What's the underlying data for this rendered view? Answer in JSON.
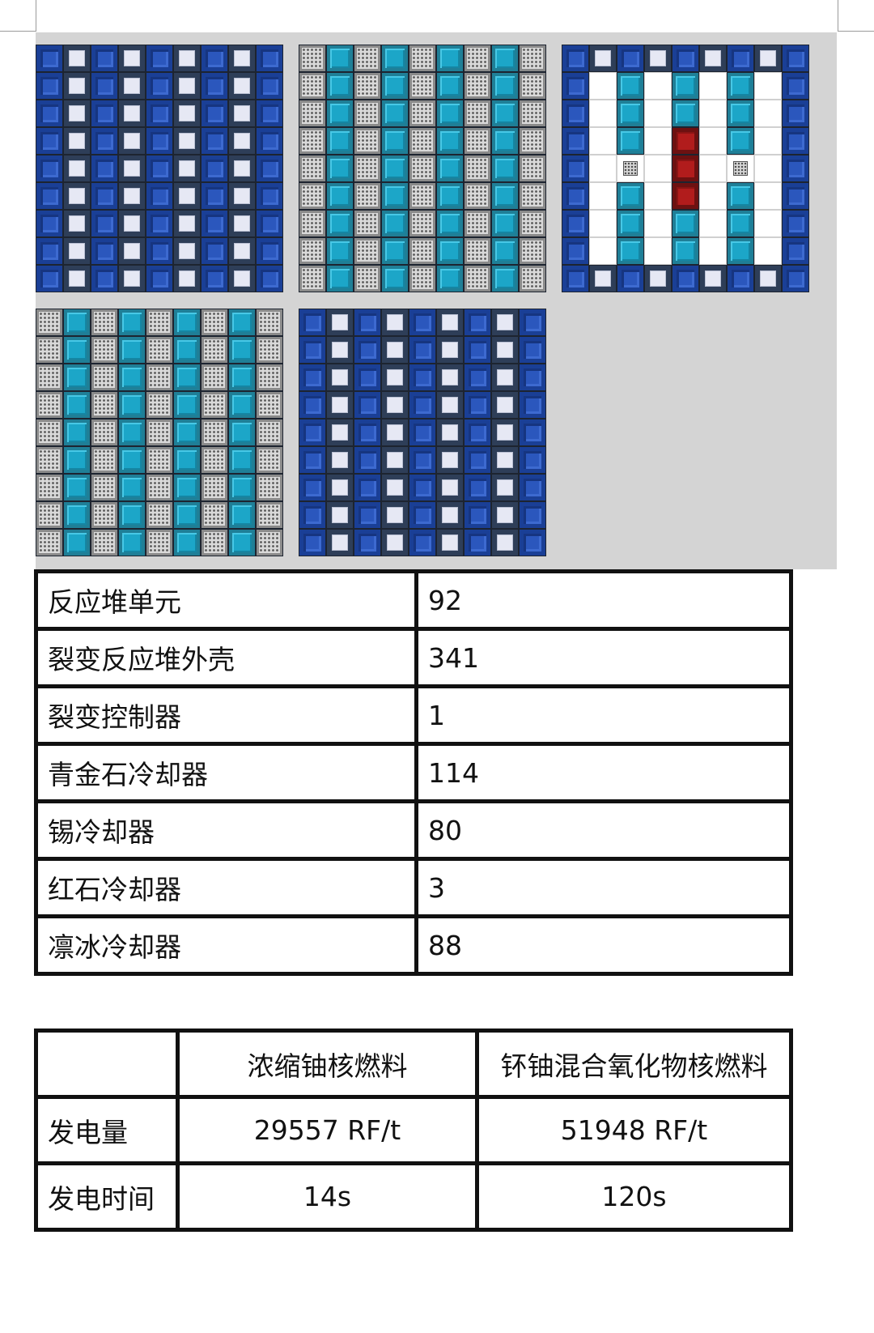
{
  "colors": {
    "lapis_cooler": "#2b57bd",
    "casing": "#e6e8f4",
    "tin_cooler": "#d9d9d9",
    "cryotheum_cooler": "#1ca6c8",
    "redstone_cooler": "#b11c1c",
    "background": "#d4d4d4"
  },
  "layers": [
    {
      "rows": [
        [
          "lapis",
          "casing",
          "lapis",
          "casing",
          "lapis",
          "casing",
          "lapis",
          "casing",
          "lapis"
        ],
        [
          "lapis",
          "casing",
          "lapis",
          "casing",
          "lapis",
          "casing",
          "lapis",
          "casing",
          "lapis"
        ],
        [
          "lapis",
          "casing",
          "lapis",
          "casing",
          "lapis",
          "casing",
          "lapis",
          "casing",
          "lapis"
        ],
        [
          "lapis",
          "casing",
          "lapis",
          "casing",
          "lapis",
          "casing",
          "lapis",
          "casing",
          "lapis"
        ],
        [
          "lapis",
          "casing",
          "lapis",
          "casing",
          "lapis",
          "casing",
          "lapis",
          "casing",
          "lapis"
        ],
        [
          "lapis",
          "casing",
          "lapis",
          "casing",
          "lapis",
          "casing",
          "lapis",
          "casing",
          "lapis"
        ],
        [
          "lapis",
          "casing",
          "lapis",
          "casing",
          "lapis",
          "casing",
          "lapis",
          "casing",
          "lapis"
        ],
        [
          "lapis",
          "casing",
          "lapis",
          "casing",
          "lapis",
          "casing",
          "lapis",
          "casing",
          "lapis"
        ],
        [
          "lapis",
          "casing",
          "lapis",
          "casing",
          "lapis",
          "casing",
          "lapis",
          "casing",
          "lapis"
        ]
      ]
    },
    {
      "rows": [
        [
          "tin",
          "cryo",
          "tin",
          "cryo",
          "tin",
          "cryo",
          "tin",
          "cryo",
          "tin"
        ],
        [
          "tin",
          "cryo",
          "tin",
          "cryo",
          "tin",
          "cryo",
          "tin",
          "cryo",
          "tin"
        ],
        [
          "tin",
          "cryo",
          "tin",
          "cryo",
          "tin",
          "cryo",
          "tin",
          "cryo",
          "tin"
        ],
        [
          "tin",
          "cryo",
          "tin",
          "cryo",
          "tin",
          "cryo",
          "tin",
          "cryo",
          "tin"
        ],
        [
          "tin",
          "cryo",
          "tin",
          "cryo",
          "tin",
          "cryo",
          "tin",
          "cryo",
          "tin"
        ],
        [
          "tin",
          "cryo",
          "tin",
          "cryo",
          "tin",
          "cryo",
          "tin",
          "cryo",
          "tin"
        ],
        [
          "tin",
          "cryo",
          "tin",
          "cryo",
          "tin",
          "cryo",
          "tin",
          "cryo",
          "tin"
        ],
        [
          "tin",
          "cryo",
          "tin",
          "cryo",
          "tin",
          "cryo",
          "tin",
          "cryo",
          "tin"
        ],
        [
          "tin",
          "cryo",
          "tin",
          "cryo",
          "tin",
          "cryo",
          "tin",
          "cryo",
          "tin"
        ]
      ]
    },
    {
      "rows": [
        [
          "lapis",
          "casing",
          "lapis",
          "casing",
          "lapis",
          "casing",
          "lapis",
          "casing",
          "lapis"
        ],
        [
          "lapis",
          "air",
          "cryo",
          "air",
          "cryo",
          "air",
          "cryo",
          "air",
          "lapis"
        ],
        [
          "lapis",
          "air",
          "cryo",
          "air",
          "cryo",
          "air",
          "cryo",
          "air",
          "lapis"
        ],
        [
          "lapis",
          "air",
          "cryo",
          "air",
          "redstone",
          "air",
          "cryo",
          "air",
          "lapis"
        ],
        [
          "lapis",
          "air",
          "tinsmall",
          "air",
          "redstone",
          "air",
          "tinsmall",
          "air",
          "lapis"
        ],
        [
          "lapis",
          "air",
          "cryo",
          "air",
          "redstone",
          "air",
          "cryo",
          "air",
          "lapis"
        ],
        [
          "lapis",
          "air",
          "cryo",
          "air",
          "cryo",
          "air",
          "cryo",
          "air",
          "lapis"
        ],
        [
          "lapis",
          "air",
          "cryo",
          "air",
          "cryo",
          "air",
          "cryo",
          "air",
          "lapis"
        ],
        [
          "lapis",
          "casing",
          "lapis",
          "casing",
          "lapis",
          "casing",
          "lapis",
          "casing",
          "lapis"
        ]
      ]
    },
    {
      "rows": [
        [
          "tin",
          "cryo",
          "tin",
          "cryo",
          "tin",
          "cryo",
          "tin",
          "cryo",
          "tin"
        ],
        [
          "tin",
          "cryo",
          "tin",
          "cryo",
          "tin",
          "cryo",
          "tin",
          "cryo",
          "tin"
        ],
        [
          "tin",
          "cryo",
          "tin",
          "cryo",
          "tin",
          "cryo",
          "tin",
          "cryo",
          "tin"
        ],
        [
          "tin",
          "cryo",
          "tin",
          "cryo",
          "tin",
          "cryo",
          "tin",
          "cryo",
          "tin"
        ],
        [
          "tin",
          "cryo",
          "tin",
          "cryo",
          "tin",
          "cryo",
          "tin",
          "cryo",
          "tin"
        ],
        [
          "tin",
          "cryo",
          "tin",
          "cryo",
          "tin",
          "cryo",
          "tin",
          "cryo",
          "tin"
        ],
        [
          "tin",
          "cryo",
          "tin",
          "cryo",
          "tin",
          "cryo",
          "tin",
          "cryo",
          "tin"
        ],
        [
          "tin",
          "cryo",
          "tin",
          "cryo",
          "tin",
          "cryo",
          "tin",
          "cryo",
          "tin"
        ],
        [
          "tin",
          "cryo",
          "tin",
          "cryo",
          "tin",
          "cryo",
          "tin",
          "cryo",
          "tin"
        ]
      ]
    },
    {
      "rows": [
        [
          "lapis",
          "casing",
          "lapis",
          "casing",
          "lapis",
          "casing",
          "lapis",
          "casing",
          "lapis"
        ],
        [
          "lapis",
          "casing",
          "lapis",
          "casing",
          "lapis",
          "casing",
          "lapis",
          "casing",
          "lapis"
        ],
        [
          "lapis",
          "casing",
          "lapis",
          "casing",
          "lapis",
          "casing",
          "lapis",
          "casing",
          "lapis"
        ],
        [
          "lapis",
          "casing",
          "lapis",
          "casing",
          "lapis",
          "casing",
          "lapis",
          "casing",
          "lapis"
        ],
        [
          "lapis",
          "casing",
          "lapis",
          "casing",
          "lapis",
          "casing",
          "lapis",
          "casing",
          "lapis"
        ],
        [
          "lapis",
          "casing",
          "lapis",
          "casing",
          "lapis",
          "casing",
          "lapis",
          "casing",
          "lapis"
        ],
        [
          "lapis",
          "casing",
          "lapis",
          "casing",
          "lapis",
          "casing",
          "lapis",
          "casing",
          "lapis"
        ],
        [
          "lapis",
          "casing",
          "lapis",
          "casing",
          "lapis",
          "casing",
          "lapis",
          "casing",
          "lapis"
        ],
        [
          "lapis",
          "casing",
          "lapis",
          "casing",
          "lapis",
          "casing",
          "lapis",
          "casing",
          "lapis"
        ]
      ]
    }
  ],
  "component_counts": [
    {
      "name": "反应堆单元",
      "value": "92"
    },
    {
      "name": "裂变反应堆外壳",
      "value": "341"
    },
    {
      "name": "裂变控制器",
      "value": "1"
    },
    {
      "name": "青金石冷却器",
      "value": "114"
    },
    {
      "name": "锡冷却器",
      "value": "80"
    },
    {
      "name": "红石冷却器",
      "value": "3"
    },
    {
      "name": "凛冰冷却器",
      "value": "88"
    }
  ],
  "fuel_table": {
    "headers": [
      "",
      "浓缩铀核燃料",
      "钚铀混合氧化物核燃料"
    ],
    "rows": [
      {
        "label": "发电量",
        "values": [
          "29557 RF/t",
          "51948 RF/t"
        ]
      },
      {
        "label": "发电时间",
        "values": [
          "14s",
          "120s"
        ]
      }
    ]
  }
}
